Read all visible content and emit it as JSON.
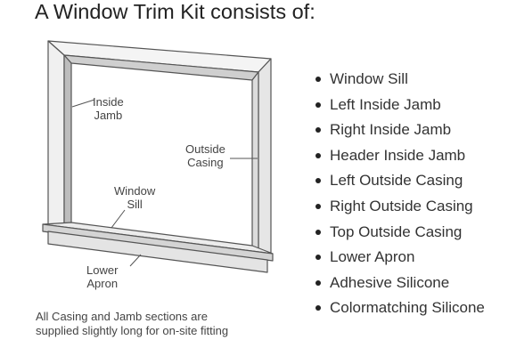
{
  "title": "A Window Trim Kit consists of:",
  "labels": {
    "inside_jamb": [
      "Inside",
      "Jamb"
    ],
    "outside_casing": [
      "Outside",
      "Casing"
    ],
    "window_sill": [
      "Window",
      "Sill"
    ],
    "lower_apron": [
      "Lower",
      "Apron"
    ]
  },
  "footnote": [
    "All Casing and Jamb sections are",
    "supplied slightly long for on-site fitting"
  ],
  "items": [
    "Window Sill",
    "Left Inside Jamb",
    "Right Inside Jamb",
    "Header Inside Jamb",
    "Left Outside Casing",
    "Right Outside Casing",
    "Top Outside Casing",
    "Lower Apron",
    "Adhesive Silicone",
    "Colormatching Silicone"
  ],
  "colors": {
    "stroke": "#555555",
    "trim_light": "#f4f4f4",
    "trim_shade": "#d8d8d8",
    "trim_dark": "#b9b9b9",
    "bullet": "#222222"
  }
}
